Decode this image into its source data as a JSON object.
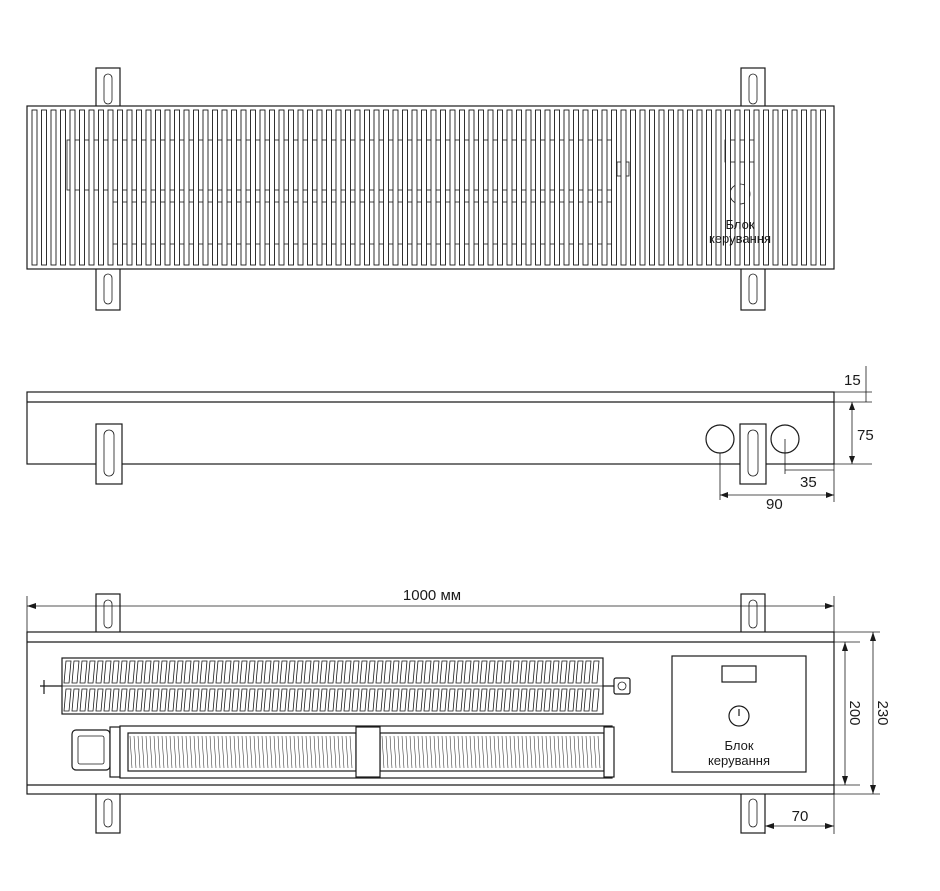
{
  "dimensions": {
    "length": "1000 мм",
    "width_inner": "200",
    "width_outer": "230",
    "height": "75",
    "top_offset": "15",
    "pipe_offset_near": "35",
    "pipe_offset_far": "90",
    "bracket_offset": "70"
  },
  "labels": {
    "control_unit_line1": "Блок",
    "control_unit_line2": "керування"
  }
}
